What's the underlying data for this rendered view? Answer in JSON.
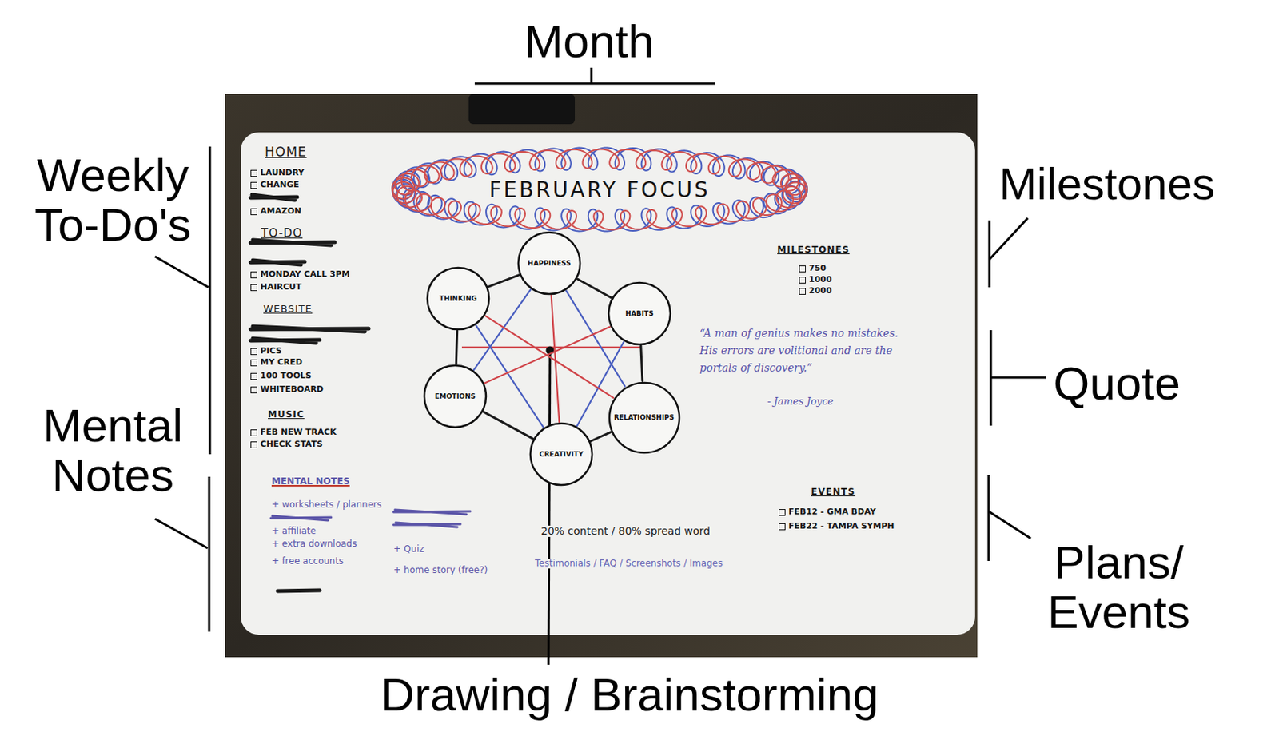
{
  "diagram": {
    "nodes": [
      {
        "text": [
          "FEBRUARY FOCUS"
        ]
      },
      {
        "text": [
          "HAPPINESS"
        ]
      },
      {
        "text": [
          "THINKING"
        ]
      },
      {
        "text": [
          "HABITS"
        ]
      },
      {
        "text": [
          "EMOTIONS"
        ]
      },
      {
        "text": [
          "RELATIONSHIPS"
        ]
      },
      {
        "text": [
          "CREATIVITY"
        ]
      }
    ],
    "edges": [
      {
        "from": 1,
        "to": 3,
        "arrow": "none"
      },
      {
        "from": 3,
        "to": 5,
        "arrow": "none"
      },
      {
        "from": 5,
        "to": 6,
        "arrow": "none"
      },
      {
        "from": 6,
        "to": 4,
        "arrow": "none"
      },
      {
        "from": 4,
        "to": 2,
        "arrow": "none"
      },
      {
        "from": 2,
        "to": 1,
        "arrow": "none"
      },
      {
        "from": 2,
        "to": 6,
        "arrow": "none"
      },
      {
        "from": 3,
        "to": 6,
        "arrow": "none"
      },
      {
        "from": 1,
        "to": 4,
        "arrow": "none"
      },
      {
        "from": 1,
        "to": 5,
        "arrow": "none"
      },
      {
        "from": 2,
        "to": 5,
        "arrow": "none"
      },
      {
        "from": 3,
        "to": 4,
        "arrow": "none"
      },
      {
        "from": 1,
        "to": 6,
        "arrow": "none"
      }
    ],
    "labels": [
      "Month",
      "Weekly To-Do's",
      "Mental Notes",
      "Milestones",
      "Quote",
      "Plans/ Events",
      "Drawing / Brainstorming",
      "HOME",
      "LAUNDRY",
      "CHANGE",
      "AMAZON",
      "TO-DO",
      "MONDAY CALL 3PM",
      "HAIRCUT",
      "WEBSITE",
      "PICS",
      "MY CRED",
      "100 TOOLS",
      "WHITEBOARD",
      "MUSIC",
      "FEB NEW TRACK",
      "CHECK STATS",
      "MENTAL NOTES",
      "+ worksheets / planners",
      "+ affiliate",
      "+ extra downloads",
      "+ free accounts",
      "+ Quiz",
      "+ home story (free?)",
      "20% content / 80% spread word",
      "Testimonials / FAQ / Screenshots / Images",
      "MILESTONES",
      "750",
      "1000",
      "2000",
      "“A man of genius makes no mistakes. His errors are volitional and are the portals of discovery.”",
      "- James Joyce",
      "EVENTS",
      "FEB12 - GMA BDAY",
      "FEB22 - TAMPA SYMPH"
    ]
  }
}
